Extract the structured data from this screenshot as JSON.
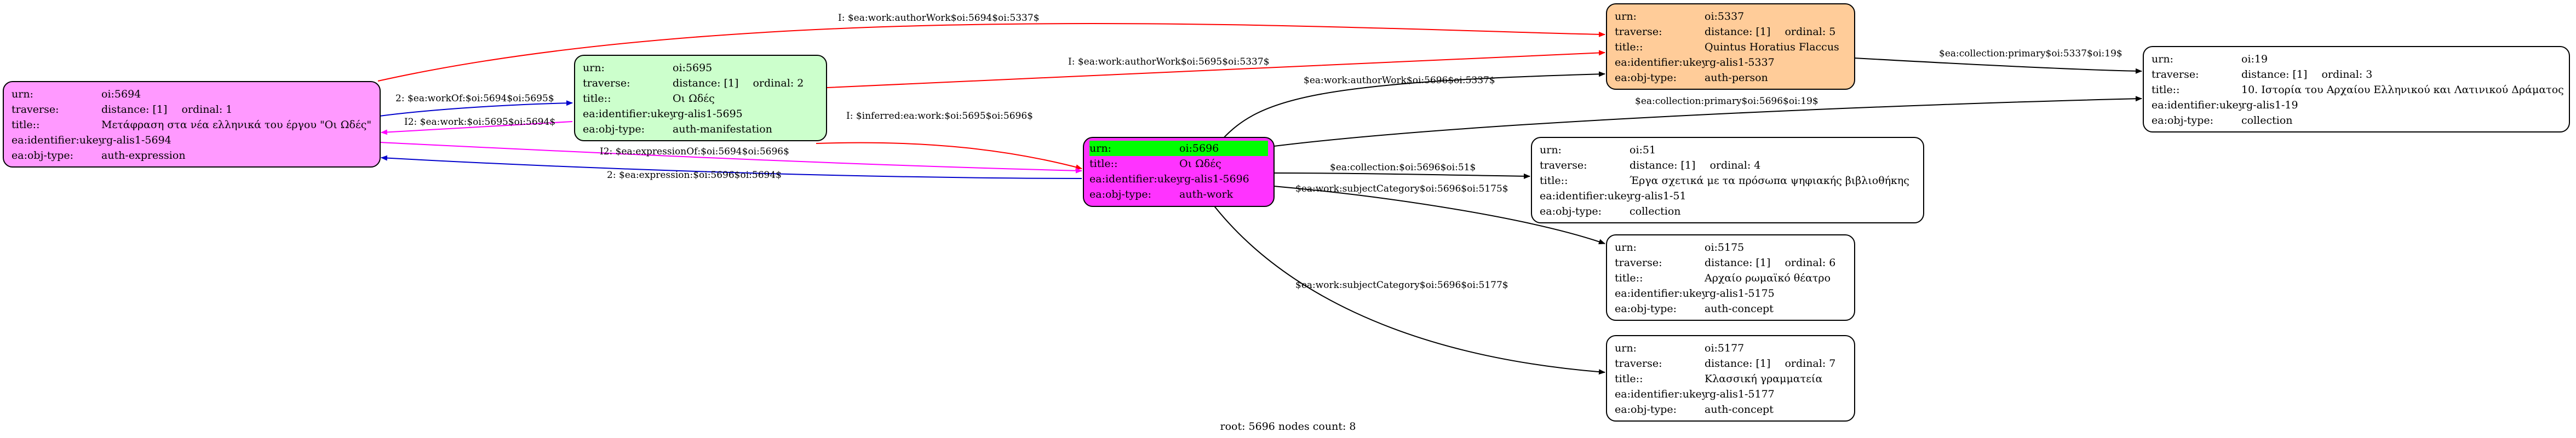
{
  "diagram": {
    "footer": "root: 5696 nodes count: 8",
    "row_keys": [
      "urn:",
      "traverse:",
      "title::",
      "ea:identifier:ukey",
      "ea:obj-type:"
    ],
    "colors": {
      "n5694": "#ff99ff",
      "n5695": "#ccffcc",
      "n5337": "#ffcc99",
      "n5696": "#ff33ff",
      "plain": "#ffffff",
      "highlight": "#00ff00",
      "edge_red": "#ff0000",
      "edge_blue": "#0000cc",
      "edge_magenta": "#ff00ff",
      "edge_black": "#000000"
    },
    "nodes": {
      "n5694": {
        "urn": "oi:5694",
        "distance": "distance: [1]",
        "ordinal": "ordinal: 1",
        "title": "Μετάφραση στα νέα ελληνικά του έργου \"Οι Ωδές\"",
        "ukey": "rg-alis1-5694",
        "type": "auth-expression"
      },
      "n5695": {
        "urn": "oi:5695",
        "distance": "distance: [1]",
        "ordinal": "ordinal: 2",
        "title": "Οι Ωδές",
        "ukey": "rg-alis1-5695",
        "type": "auth-manifestation"
      },
      "n5337": {
        "urn": "oi:5337",
        "distance": "distance: [1]",
        "ordinal": "ordinal: 5",
        "title": "Quintus Horatius Flaccus",
        "ukey": "rg-alis1-5337",
        "type": "auth-person"
      },
      "n19": {
        "urn": "oi:19",
        "distance": "distance: [1]",
        "ordinal": "ordinal: 3",
        "title": "10. Ιστορία του Αρχαίου Ελληνικού και Λατινικού Δράματος",
        "ukey": "rg-alis1-19",
        "type": "collection"
      },
      "n5696": {
        "urn": "oi:5696",
        "title": "Οι Ωδές",
        "ukey": "rg-alis1-5696",
        "type": "auth-work"
      },
      "n51": {
        "urn": "oi:51",
        "distance": "distance: [1]",
        "ordinal": "ordinal: 4",
        "title": "Έργα σχετικά με τα πρόσωπα ψηφιακής βιβλιοθήκης",
        "ukey": "rg-alis1-51",
        "type": "collection"
      },
      "n5175": {
        "urn": "oi:5175",
        "distance": "distance: [1]",
        "ordinal": "ordinal: 6",
        "title": "Αρχαίο ρωμαϊκό θέατρο",
        "ukey": "rg-alis1-5175",
        "type": "auth-concept"
      },
      "n5177": {
        "urn": "oi:5177",
        "distance": "distance: [1]",
        "ordinal": "ordinal: 7",
        "title": "Κλασσική γραμματεία",
        "ukey": "rg-alis1-5177",
        "type": "auth-concept"
      }
    },
    "edges": {
      "e1": "I: $ea:work:authorWork$oi:5694$oi:5337$",
      "e2": "I: $ea:work:authorWork$oi:5695$oi:5337$",
      "e3": "$ea:work:authorWork$oi:5696$oi:5337$",
      "e4": "$ea:collection:primary$oi:5337$oi:19$",
      "e5": "$ea:collection:primary$oi:5696$oi:19$",
      "e6": "2: $ea:workOf:$oi:5694$oi:5695$",
      "e7": "I2: $ea:work:$oi:5695$oi:5694$",
      "e8": "I: $inferred:ea:work:$oi:5695$oi:5696$",
      "e9": "I2: $ea:expressionOf:$oi:5694$oi:5696$",
      "e10": "2: $ea:expression:$oi:5696$oi:5694$",
      "e11": "$ea:collection:$oi:5696$oi:51$",
      "e12": "$ea:work:subjectCategory$oi:5696$oi:5175$",
      "e13": "$ea:work:subjectCategory$oi:5696$oi:5177$"
    }
  }
}
